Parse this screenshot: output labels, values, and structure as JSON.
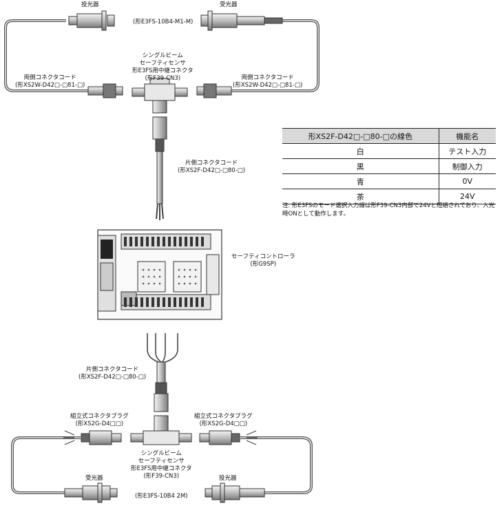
{
  "labels": {
    "top_emitter": "投光器",
    "top_receiver": "受光器",
    "top_model": "(形E3FS-10B4-M1-M)",
    "top_connector": [
      "シングルビーム",
      "セーフティセンサ",
      "形E3FS用中継コネクタ",
      "(形F39-CN3)"
    ],
    "left_cord": [
      "両側コネクタコード",
      "(形XS2W-D42□-□81-□)"
    ],
    "right_cord": [
      "両側コネクタコード",
      "(形XS2W-D42□-□81-□)"
    ],
    "upper_single_cord": [
      "片側コネクタコード",
      "(形XS2F-D42□-□80-□)"
    ],
    "controller": [
      "セーフティコントローラ",
      "(形G9SP)"
    ],
    "lower_single_cord": [
      "片側コネクタコード",
      "(形XS2F-D42□-□80-□)"
    ],
    "left_plug": [
      "組立式コネクタプラグ",
      "(形XS2G-D4□□)"
    ],
    "right_plug": [
      "組立式コネクタプラグ",
      "(形XS2G-D4□□)"
    ],
    "bottom_connector": [
      "シングルビーム",
      "セーフティセンサ",
      "形E3FS用中継コネクタ",
      "(形F39-CN3)"
    ],
    "bottom_receiver": "受光器",
    "bottom_emitter": "投光器",
    "bottom_model": "(形E3FS-10B4 2M)"
  },
  "wire_table": {
    "headers": [
      "形XS2F-D42□-□80-□の線色",
      "機能名"
    ],
    "rows": [
      [
        "白",
        "テスト入力"
      ],
      [
        "黒",
        "制御入力"
      ],
      [
        "青",
        "0V"
      ],
      [
        "茶",
        "24V"
      ]
    ]
  },
  "note": "注. 形E3FSのモード選択入力線は形F39-CN3内部で24Vと短絡されており、入光時ONとして動作します。"
}
